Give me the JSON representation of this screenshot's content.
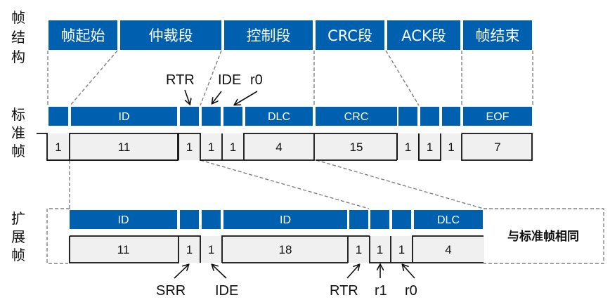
{
  "colors": {
    "field_blue": "#0060b0",
    "bit_fill": "#f0f0f0",
    "line": "#111111",
    "dash": "#808080"
  },
  "side_labels": {
    "frame_structure": [
      "帧",
      "结",
      "构"
    ],
    "standard_frame": [
      "标",
      "准",
      "帧"
    ],
    "extended_frame": [
      "扩",
      "展",
      "帧"
    ]
  },
  "segments": [
    {
      "label": "帧起始"
    },
    {
      "label": "仲裁段"
    },
    {
      "label": "控制段"
    },
    {
      "label": "CRC段"
    },
    {
      "label": "ACK段"
    },
    {
      "label": "帧结束"
    }
  ],
  "standard_frame": {
    "fields": [
      {
        "label": "",
        "bits": "1"
      },
      {
        "label": "ID",
        "bits": "11"
      },
      {
        "label": "",
        "bits": "1"
      },
      {
        "label": "",
        "bits": "1"
      },
      {
        "label": "",
        "bits": "1"
      },
      {
        "label": "DLC",
        "bits": "4"
      },
      {
        "label": "CRC",
        "bits": "15"
      },
      {
        "label": "",
        "bits": "1"
      },
      {
        "label": "",
        "bits": "1"
      },
      {
        "label": "",
        "bits": "1"
      },
      {
        "label": "EOF",
        "bits": "7"
      }
    ],
    "annotations": [
      "RTR",
      "IDE",
      "r0"
    ]
  },
  "extended_frame": {
    "fields": [
      {
        "label": "ID",
        "bits": "11"
      },
      {
        "label": "",
        "bits": "1"
      },
      {
        "label": "",
        "bits": "1"
      },
      {
        "label": "ID",
        "bits": "18"
      },
      {
        "label": "",
        "bits": "1"
      },
      {
        "label": "",
        "bits": "1"
      },
      {
        "label": "",
        "bits": "1"
      },
      {
        "label": "DLC",
        "bits": "4"
      }
    ],
    "annotations": [
      "SRR",
      "IDE",
      "RTR",
      "r1",
      "r0"
    ],
    "same_as_standard_note": "与标准帧相同"
  }
}
